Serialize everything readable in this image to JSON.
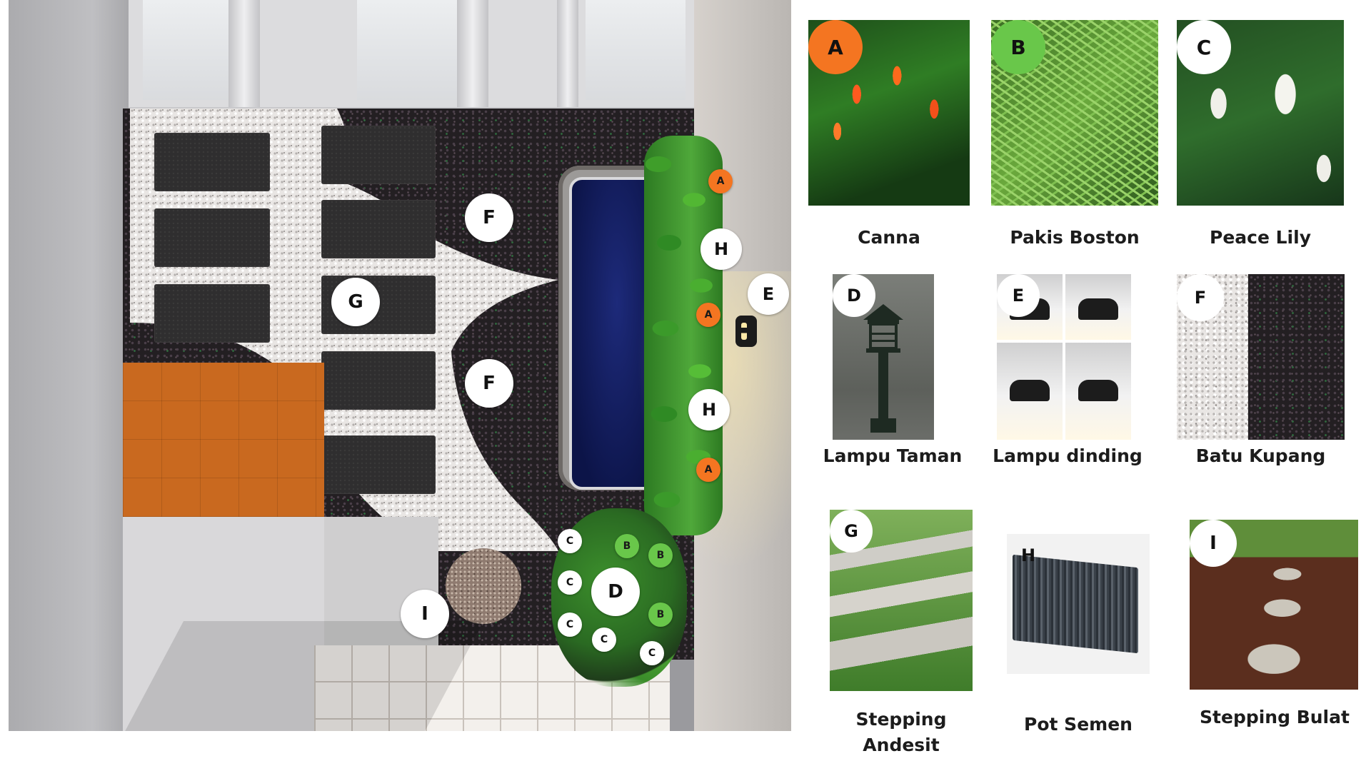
{
  "plan": {
    "markers": [
      {
        "label": "F",
        "style": "white",
        "size": "big"
      },
      {
        "label": "F",
        "style": "white",
        "size": "big"
      },
      {
        "label": "G",
        "style": "white",
        "size": "big"
      },
      {
        "label": "H",
        "style": "white",
        "size": "mid"
      },
      {
        "label": "H",
        "style": "white",
        "size": "mid"
      },
      {
        "label": "E",
        "style": "white",
        "size": "mid"
      },
      {
        "label": "A",
        "style": "orange",
        "size": "sm"
      },
      {
        "label": "A",
        "style": "orange",
        "size": "sm"
      },
      {
        "label": "A",
        "style": "orange",
        "size": "sm"
      },
      {
        "label": "B",
        "style": "green",
        "size": "sm"
      },
      {
        "label": "B",
        "style": "green",
        "size": "sm"
      },
      {
        "label": "B",
        "style": "green",
        "size": "sm"
      },
      {
        "label": "C",
        "style": "white",
        "size": "sm"
      },
      {
        "label": "C",
        "style": "white",
        "size": "sm"
      },
      {
        "label": "C",
        "style": "white",
        "size": "sm"
      },
      {
        "label": "C",
        "style": "white",
        "size": "sm"
      },
      {
        "label": "C",
        "style": "white",
        "size": "sm"
      },
      {
        "label": "D",
        "style": "white",
        "size": "big"
      },
      {
        "label": "I",
        "style": "white",
        "size": "big"
      }
    ]
  },
  "legend": [
    {
      "key": "A",
      "name": "Canna",
      "badge": "orange"
    },
    {
      "key": "B",
      "name": "Pakis Boston",
      "badge": "green"
    },
    {
      "key": "C",
      "name": "Peace Lily",
      "badge": "white"
    },
    {
      "key": "D",
      "name": "Lampu Taman",
      "badge": "white"
    },
    {
      "key": "E",
      "name": "Lampu dinding",
      "badge": "white"
    },
    {
      "key": "F",
      "name": "Batu Kupang",
      "badge": "white"
    },
    {
      "key": "G",
      "name": "Stepping Andesit",
      "badge": "white"
    },
    {
      "key": "H",
      "name": "Pot Semen",
      "badge": "white"
    },
    {
      "key": "I",
      "name": "Stepping Bulat",
      "badge": "white"
    }
  ],
  "colors": {
    "orange": "#f47521",
    "green": "#69c74a",
    "white": "#ffffff",
    "pool": "#0c1448",
    "deck": "#c9691f"
  }
}
